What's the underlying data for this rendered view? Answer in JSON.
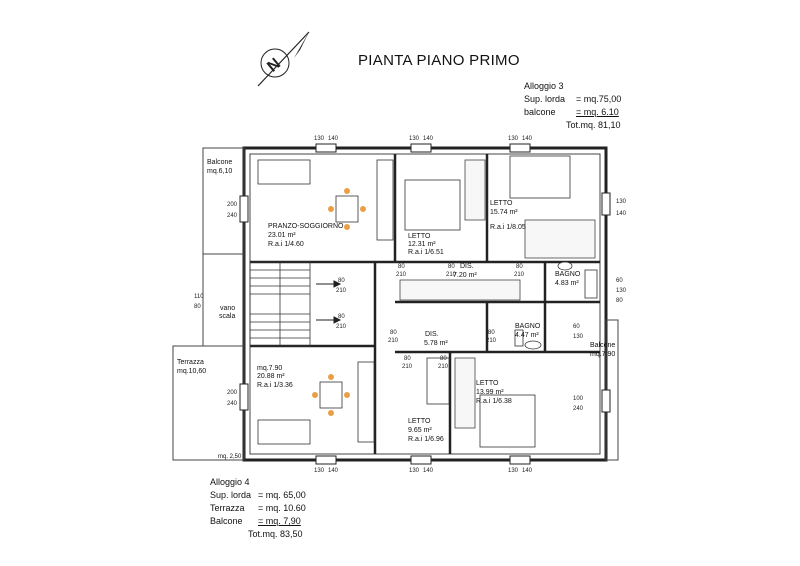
{
  "title": "PIANTA PIANO PRIMO",
  "alloggio3": {
    "heading": "Alloggio 3",
    "sup_lorda_label": "Sup. lorda",
    "sup_lorda_value": "= mq.75,00",
    "balcone_label": "balcone",
    "balcone_value": "= mq. 6.10",
    "total": "Tot.mq. 81,10"
  },
  "alloggio4": {
    "heading": "Alloggio 4",
    "sup_lorda_label": "Sup. lorda",
    "sup_lorda_value": "= mq. 65,00",
    "terrazza_label": "Terrazza",
    "terrazza_value": "= mq. 10.60",
    "balcone_label": "Balcone",
    "balcone_value": "= mq.  7,90",
    "total": "Tot.mq.   83,50"
  },
  "rooms": {
    "pranzo": {
      "name": "PRANZO-SOGGIORNO",
      "area": "23.01 m²",
      "rai": "R.a.i 1/4.60"
    },
    "letto1": {
      "name": "LETTO",
      "area": "12.31 m²",
      "rai": "R.a.i 1/6.51"
    },
    "letto2": {
      "name": "LETTO",
      "area": "15.74 m²",
      "rai": "R.a.i 1/8.05"
    },
    "dis1": {
      "name": "DIS.",
      "area": "7.20 m²"
    },
    "bagno1": {
      "name": "BAGNO",
      "area": "4.83 m²"
    },
    "vano": {
      "name": "vano",
      "sub": "scala"
    },
    "dis2": {
      "name": "DIS.",
      "area": "5.78 m²"
    },
    "bagno2": {
      "name": "BAGNO",
      "area": "4.47 m²"
    },
    "soggiorno2": {
      "name": "mq.7.90",
      "area": "20.88 m²",
      "rai": "R.a.i 1/3.36"
    },
    "letto3": {
      "name": "LETTO",
      "area": "13.99 m²",
      "rai": "R.a.i 1/6.38"
    },
    "letto4": {
      "name": "LETTO",
      "area": "9.65 m²",
      "rai": "R.a.i 1/6.96"
    },
    "balcone_nw": {
      "name": "Balcone",
      "area": "mq.6,10"
    },
    "terrazza_w": {
      "name": "Terrazza",
      "area": "mq.10,60"
    },
    "balcone_e": {
      "name": "Balcone",
      "area": "mq.7.90"
    },
    "terrazza_bottom": {
      "area": "mq. 2,50"
    }
  },
  "dims": {
    "d130": "130",
    "d140": "140",
    "d200": "200",
    "d240": "240",
    "d80": "80",
    "d210": "210",
    "d110": "110",
    "d60": "60",
    "d100": "100"
  }
}
